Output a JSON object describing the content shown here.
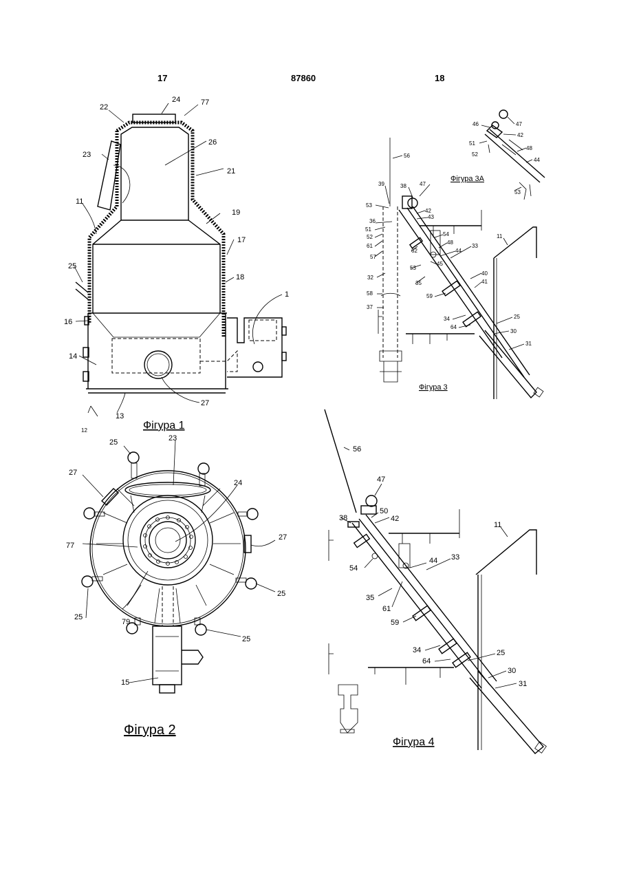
{
  "header": {
    "left_page": "17",
    "patent_number": "87860",
    "right_page": "18"
  },
  "figures": {
    "fig1": {
      "caption": "Фігура 1",
      "labels": [
        "22",
        "24",
        "77",
        "26",
        "21",
        "23",
        "11",
        "19",
        "17",
        "25",
        "18",
        "16",
        "1",
        "14",
        "27",
        "13",
        "12"
      ]
    },
    "fig2": {
      "caption": "Фігура 2",
      "labels": [
        "25",
        "23",
        "27",
        "24",
        "27",
        "77",
        "25",
        "79",
        "25",
        "25",
        "15"
      ]
    },
    "fig3": {
      "caption": "Фігура 3",
      "labels": [
        "56",
        "39",
        "38",
        "47",
        "53",
        "36",
        "51",
        "52",
        "61",
        "57",
        "42",
        "43",
        "54",
        "48",
        "62",
        "44",
        "33",
        "11",
        "53",
        "45",
        "32",
        "35",
        "40",
        "41",
        "58",
        "59",
        "37",
        "34",
        "64",
        "25",
        "30",
        "31"
      ]
    },
    "fig3a": {
      "caption": "Фігура 3А",
      "labels": [
        "46",
        "47",
        "42",
        "51",
        "52",
        "48",
        "44",
        "53"
      ]
    },
    "fig4": {
      "caption": "Фігура 4",
      "labels": [
        "56",
        "47",
        "50",
        "38",
        "42",
        "11",
        "54",
        "44",
        "33",
        "35",
        "61",
        "59",
        "34",
        "25",
        "64",
        "30",
        "31"
      ]
    }
  }
}
